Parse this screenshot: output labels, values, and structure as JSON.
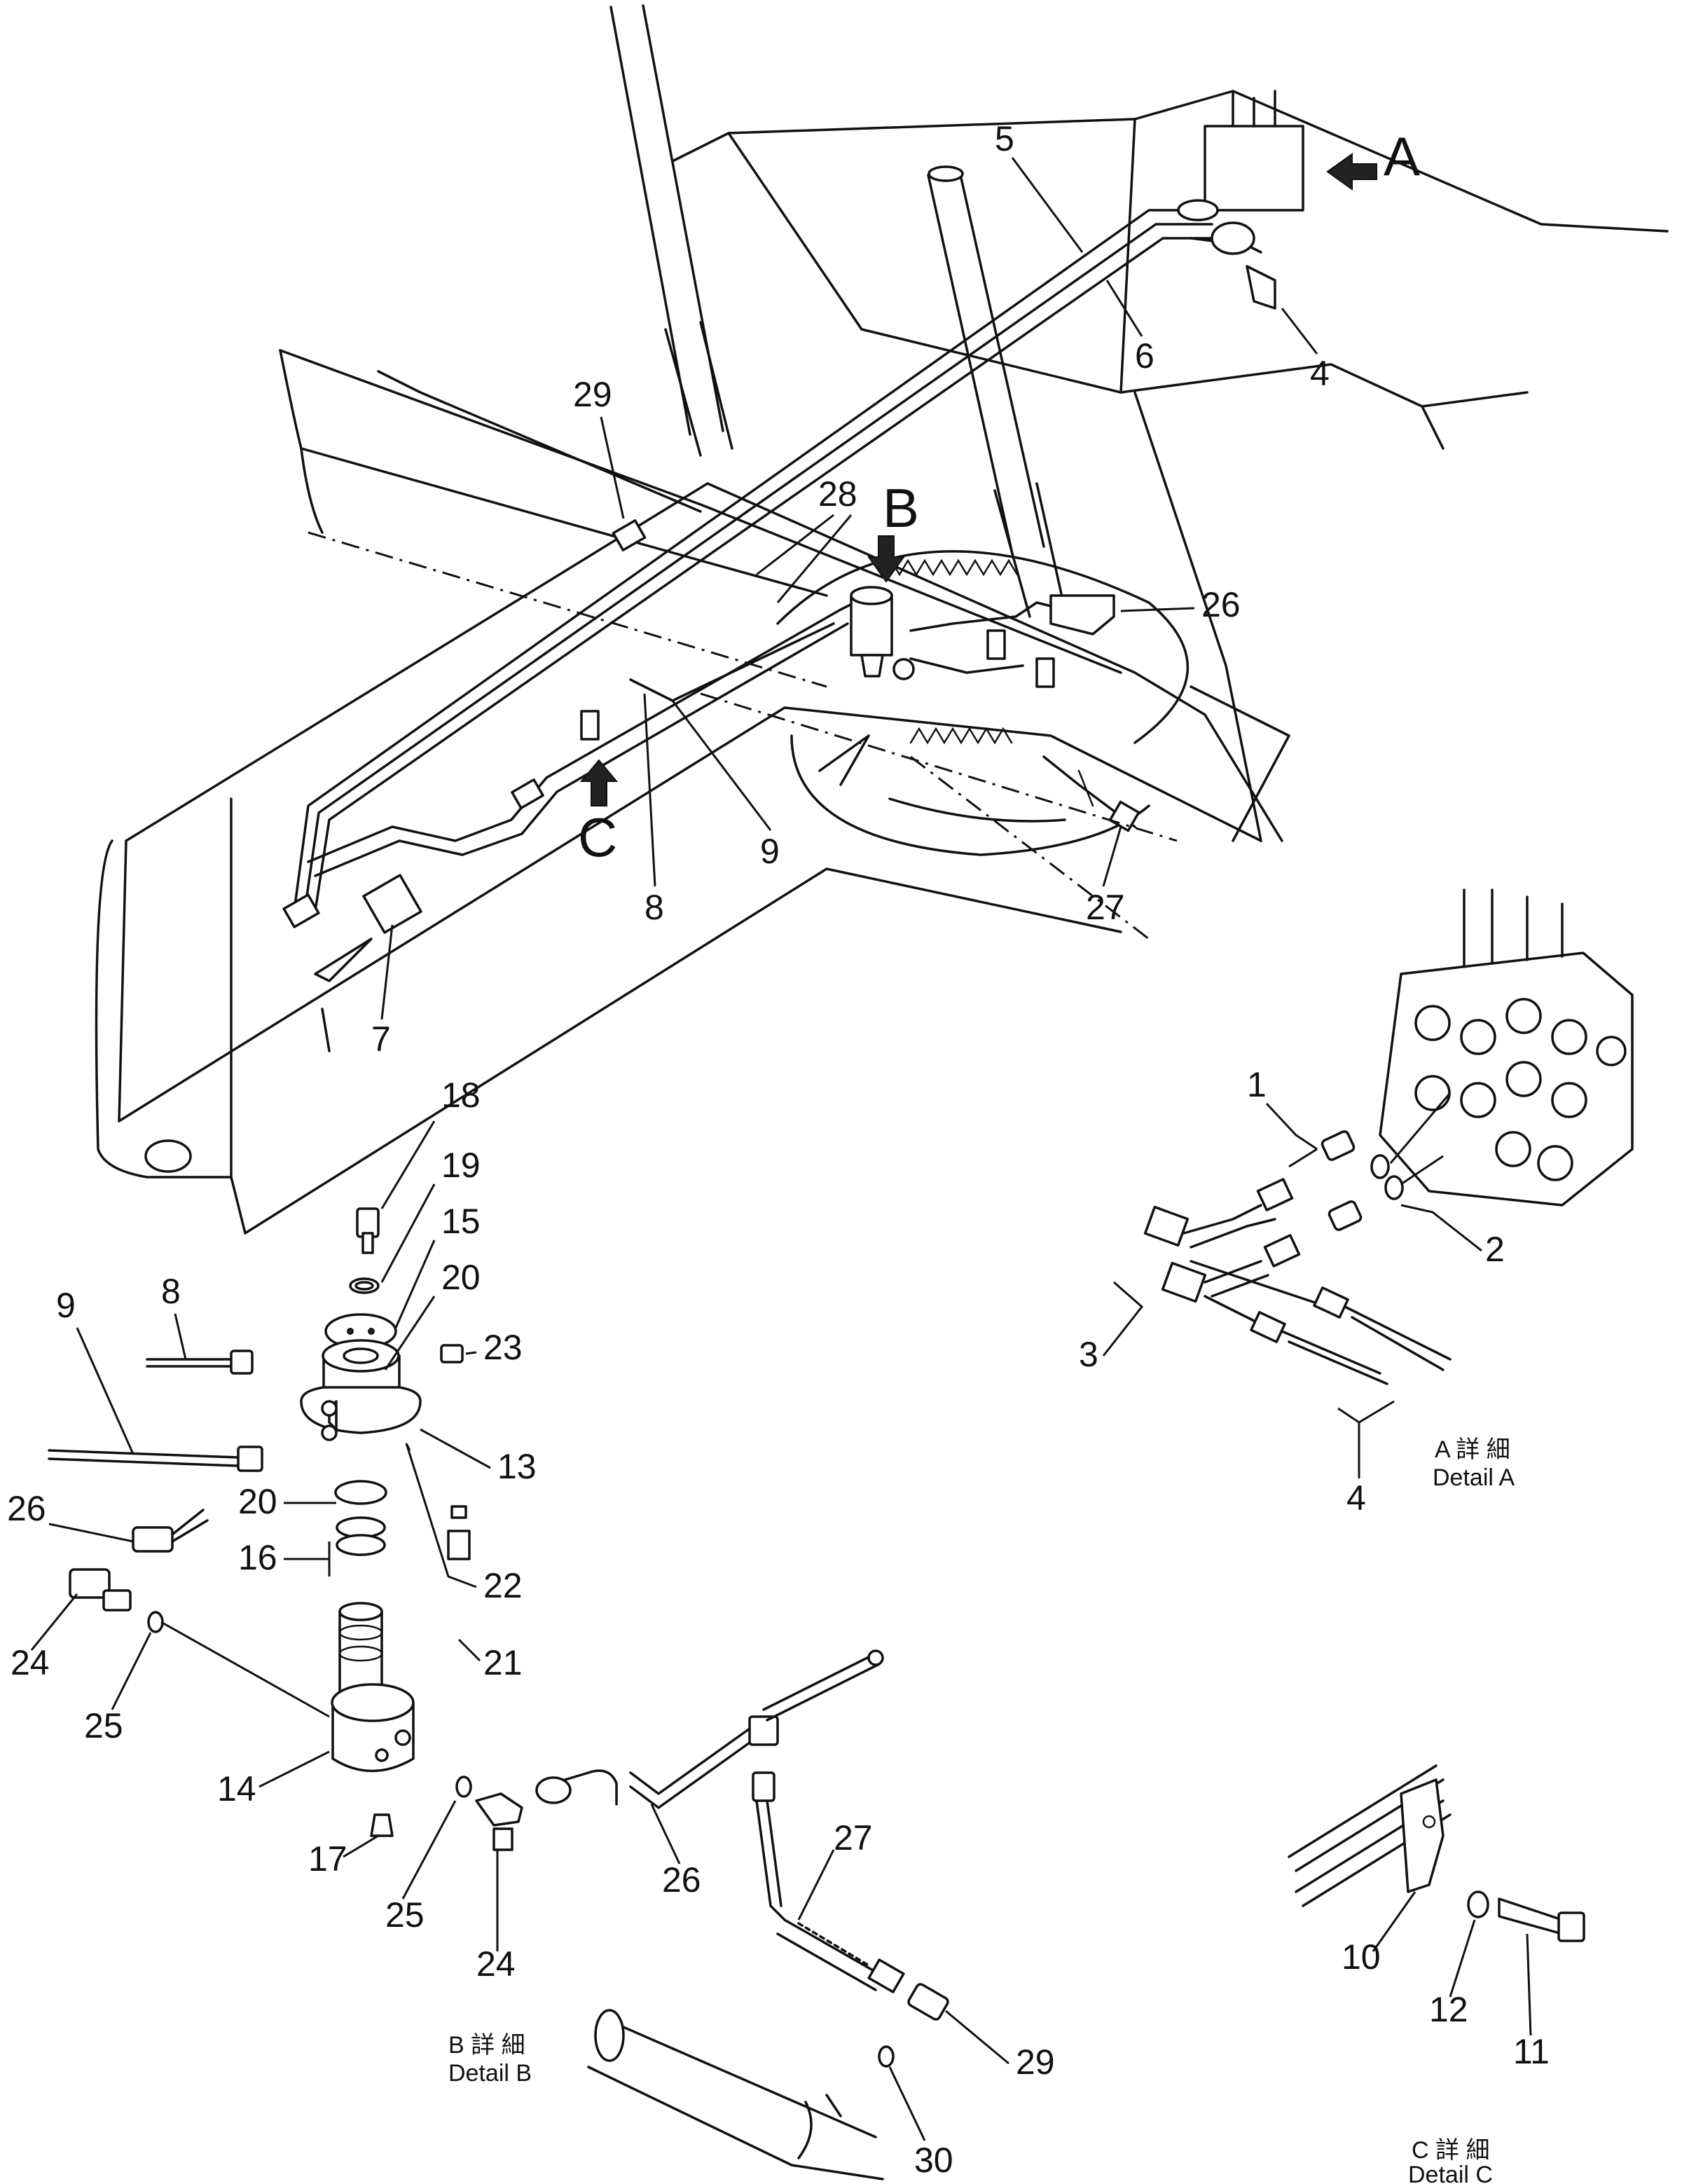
{
  "view_labels": {
    "a": "A",
    "b": "B",
    "c": "C"
  },
  "captions": {
    "detail_a_jp": "A 詳 細",
    "detail_a_en": "Detail A",
    "detail_b_jp": "B 詳 細",
    "detail_b_en": "Detail B",
    "detail_c_jp": "C 詳 細",
    "detail_c_en": "Detail C"
  },
  "callouts": {
    "main": {
      "n29": "29",
      "n28": "28",
      "n5": "5",
      "n6": "6",
      "n4": "4",
      "n26": "26",
      "n9": "9",
      "n8": "8",
      "n7": "7",
      "n27": "27"
    },
    "detail_a": {
      "n1": "1",
      "n2": "2",
      "n3": "3",
      "n4": "4"
    },
    "detail_b": {
      "n18": "18",
      "n19": "19",
      "n15": "15",
      "n20a": "20",
      "n23": "23",
      "n8": "8",
      "n9": "9",
      "n13": "13",
      "n20b": "20",
      "n22": "22",
      "n26a": "26",
      "n16": "16",
      "n21": "21",
      "n24a": "24",
      "n25a": "25",
      "n14": "14",
      "n17": "17",
      "n25b": "25",
      "n24b": "24",
      "n26b": "26",
      "n27": "27",
      "n29": "29",
      "n30": "30"
    },
    "detail_c": {
      "n10": "10",
      "n12": "12",
      "n11": "11"
    }
  }
}
